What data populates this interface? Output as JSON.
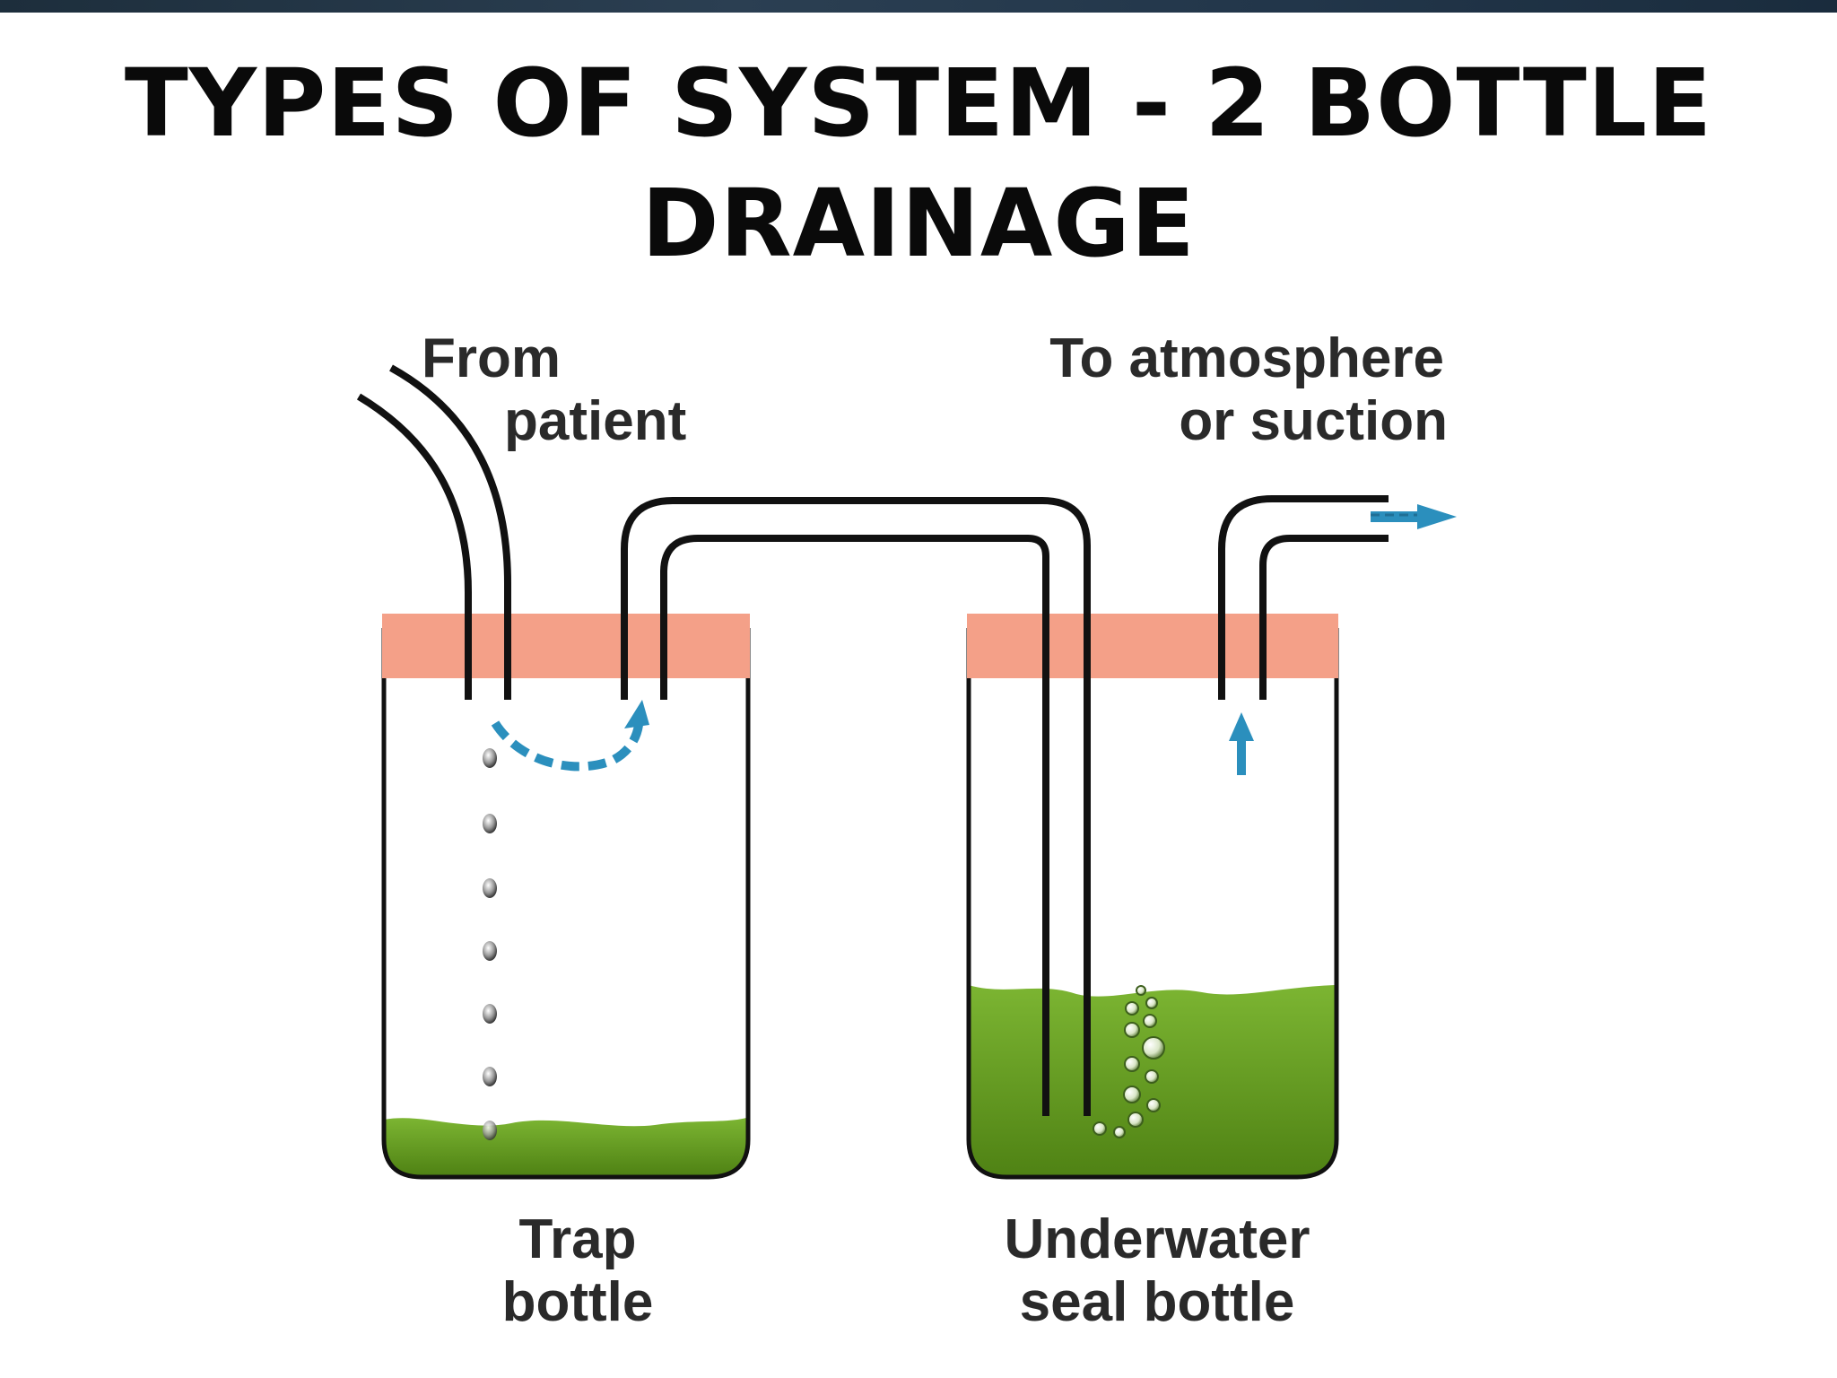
{
  "title": {
    "line1": "TYPES OF SYSTEM - 2 BOTTLE",
    "line2": "DRAINAGE"
  },
  "labels": {
    "from_patient": [
      "From",
      "patient"
    ],
    "to_atmosphere": [
      "To atmosphere",
      "or suction"
    ],
    "trap_bottle": [
      "Trap",
      "bottle"
    ],
    "underwater_seal_bottle": [
      "Underwater",
      "seal bottle"
    ]
  },
  "colors": {
    "stopper": "#f4a088",
    "fluid": "#6fa428",
    "fluid_dark": "#4e7f15",
    "arrow": "#2b8fbd",
    "tube": "#111111"
  }
}
